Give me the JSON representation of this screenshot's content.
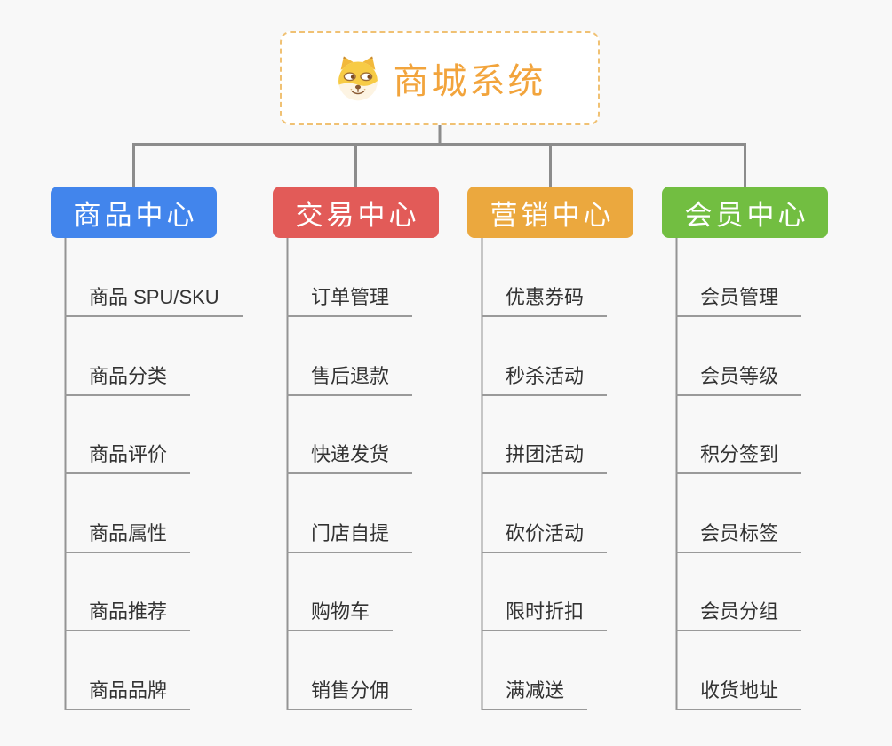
{
  "background": "#f8f8f8",
  "connectors": {
    "main_color": "#8c8c8c",
    "column_line_color": "#949494",
    "leaf_line_color": "#9a9a9a"
  },
  "root": {
    "title": "商城系统",
    "icon": "dog-face-icon",
    "text_color": "#f2a43c",
    "border_color": "#f0c173",
    "background": "#ffffff"
  },
  "branches": [
    {
      "label": "商品中心",
      "color": "#4285ec",
      "children": [
        "商品 SPU/SKU",
        "商品分类",
        "商品评价",
        "商品属性",
        "商品推荐",
        "商品品牌"
      ]
    },
    {
      "label": "交易中心",
      "color": "#e25b58",
      "children": [
        "订单管理",
        "售后退款",
        "快递发货",
        "门店自提",
        "购物车",
        "销售分佣"
      ]
    },
    {
      "label": "营销中心",
      "color": "#eba83e",
      "children": [
        "优惠券码",
        "秒杀活动",
        "拼团活动",
        "砍价活动",
        "限时折扣",
        "满减送"
      ]
    },
    {
      "label": "会员中心",
      "color": "#72be41",
      "children": [
        "会员管理",
        "会员等级",
        "积分签到",
        "会员标签",
        "会员分组",
        "收货地址"
      ]
    }
  ]
}
